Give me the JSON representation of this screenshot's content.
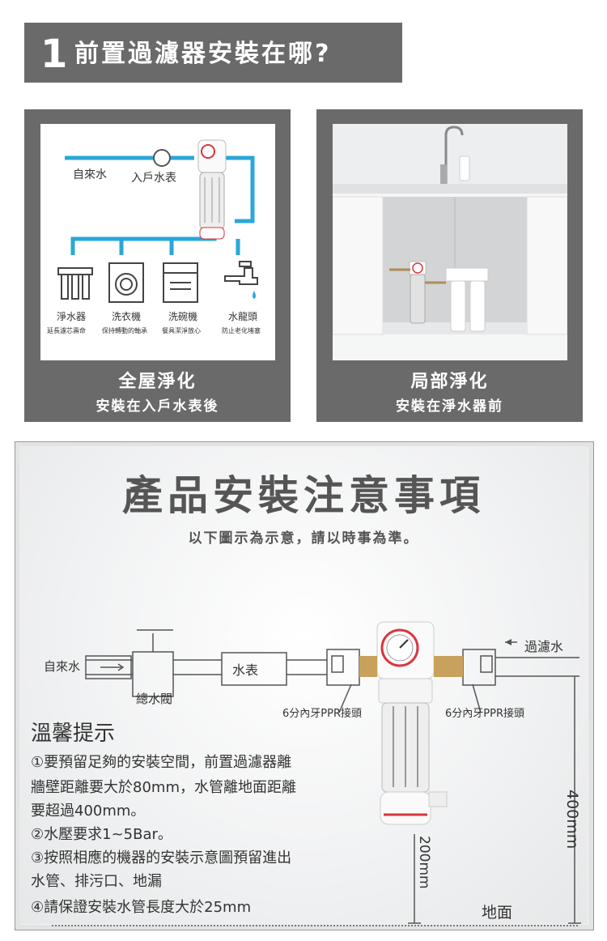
{
  "header": {
    "number": "1",
    "title": "前置過濾器安裝在哪?"
  },
  "cards": [
    {
      "caption_main": "全屋淨化",
      "caption_sub": "安裝在入戶水表後",
      "diagram": {
        "source": "自來水",
        "meter": "入戶水表",
        "appliances": [
          {
            "name": "淨水器",
            "benefit": "延長濾芯壽命"
          },
          {
            "name": "洗衣機",
            "benefit": "保持轉動的軸承"
          },
          {
            "name": "洗碗機",
            "benefit": "餐具潔淨放心"
          },
          {
            "name": "水龍頭",
            "benefit": "防止老化堵塞"
          }
        ]
      }
    },
    {
      "caption_main": "局部淨化",
      "caption_sub": "安裝在淨水器前"
    }
  ],
  "notice": {
    "title": "產品安裝注意事項",
    "subtitle": "以下圖示為示意，請以時事為準。",
    "diagram": {
      "inlet": "自來水",
      "valve": "總水閥",
      "meter": "水表",
      "connector_left": "6分內牙PPR接頭",
      "connector_right": "6分內牙PPR接頭",
      "outlet": "過濾水",
      "height_200": "200mm",
      "height_400": "400mm",
      "ground": "地面"
    },
    "tips_title": "溫馨提示",
    "tips": [
      "①要預留足夠的安裝空間，前置過濾器離",
      "牆壁距離要大於80mm，水管離地面距離",
      "要超過400mm。",
      "②水壓要求1~5Bar。",
      "③按照相應的機器的安裝示意圖預留進出",
      "水管、排污口、地漏",
      "④請保證安裝水管長度大於25mm"
    ]
  },
  "colors": {
    "panel": "#6a6a6a",
    "pipe": "#2aa7d8",
    "accent_red": "#d9363e"
  }
}
